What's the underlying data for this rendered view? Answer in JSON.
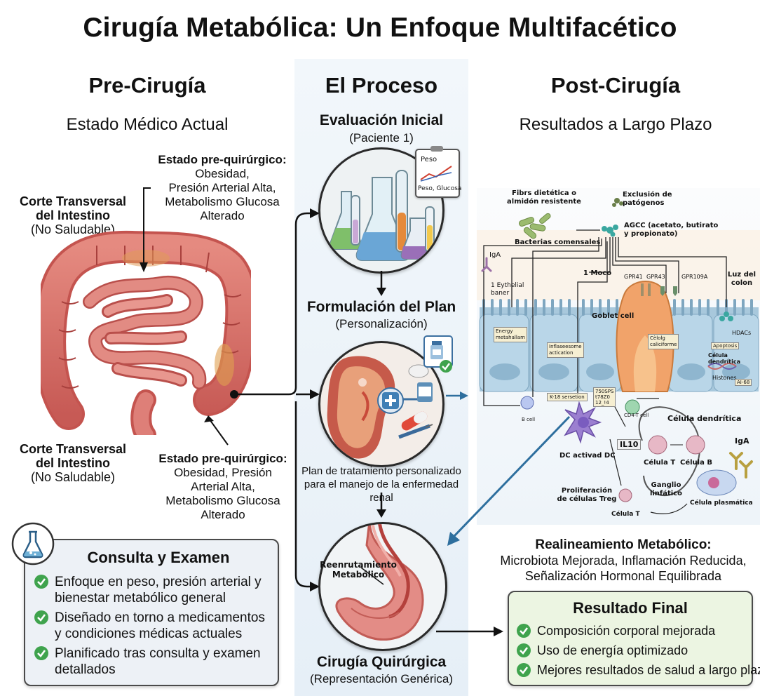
{
  "title": "Cirugía Metabólica: Un Enfoque Multifacético",
  "pre": {
    "heading": "Pre-Cirugía",
    "subheading": "Estado Médico Actual",
    "state_top": {
      "title": "Estado pre-quirúrgico:",
      "lines": [
        "Obesidad,",
        "Presión Arterial Alta,",
        "Metabolismo Glucosa",
        "Alterado"
      ]
    },
    "cross_top": {
      "title_1": "Corte Transversal",
      "title_2": "del Intestino",
      "note": "(No Saludable)"
    },
    "cross_bottom": {
      "title_1": "Corte Transversal",
      "title_2": "del Intestino",
      "note": "(No Saludable)"
    },
    "state_bottom": {
      "title": "Estado pre-quirúrgico:",
      "lines": [
        "Obesidad, Presión",
        "Arterial Alta,",
        "Metabolismo Glucosa",
        "Alterado"
      ]
    },
    "consult": {
      "title": "Consulta y Examen",
      "items": [
        [
          "Enfoque en peso, presión arterial y",
          "bienestar metabólico general"
        ],
        [
          "Diseñado en torno a medicamentos",
          "y condiciones médicas actuales"
        ],
        [
          "Planificado tras consulta y examen",
          "detallados"
        ]
      ]
    }
  },
  "process": {
    "heading": "El Proceso",
    "step1": {
      "title": "Evaluación Inicial",
      "sub": "(Paciente 1)",
      "card_1": "Peso",
      "card_2": "Peso, Glucosa"
    },
    "step2": {
      "title": "Formulación del Plan",
      "sub": "(Personalización)",
      "caption_1": "Plan de tratamiento personalizado",
      "caption_2": "para el manejo de la enfermedad renal"
    },
    "step3": {
      "title": "Cirugía Quirúrgica",
      "sub": "(Representación Genérica)",
      "label_1": "Reenrutamiento",
      "label_2": "Metabólico"
    }
  },
  "post": {
    "heading": "Post-Cirugía",
    "subheading": "Resultados a Largo Plazo",
    "diagram": {
      "fibra_1": "Fibrs dietética o",
      "fibra_2": "almidón resistente",
      "bacterias": "Bacterias comensales",
      "exclusion_1": "Exclusión de",
      "exclusion_2": "patógenos",
      "agcc_1": "AGCC (acetato, butirato",
      "agcc_2": "y propionato)",
      "iga_top": "IgA",
      "eythelial_1": "1 Eythelial",
      "eythelial_2": "baner",
      "moco": "1 Moco",
      "gpr41": "GPR41",
      "gpr43": "GPR43",
      "gpr109a": "GPR109A",
      "luz_1": "Luz del",
      "luz_2": "colon",
      "goblet": "Goblet cell",
      "energy_1": "Energy",
      "energy_2": "metahallam",
      "inflam_1": "Inflaseesome",
      "inflam_2": "actication",
      "caliciforme_1": "Cèlolg",
      "caliciforme_2": "caliciforme",
      "hdacs": "HDACs",
      "apoptosis": "Apoptosis",
      "dendritica_small": "Célula dendrítica",
      "histones": "Histones",
      "ai68": "AI-68",
      "k18": "K-18 sersetion",
      "codes_1": "750SPS",
      "codes_2": "t78Z0",
      "codes_3": "12_!4",
      "cd4": "CD4-T cell",
      "bcell": "B cell",
      "dc_title": "Célula dendrítica",
      "iga_right": "IgA",
      "il10": "IL10",
      "dc_activad": "DC activad DC",
      "cel_t": "Célula T",
      "cel_b": "Célula B",
      "treg_1": "Proliferación",
      "treg_2": "de células Treg",
      "ganglio_1": "Ganglio",
      "ganglio_2": "linfático",
      "plasm": "Célula plasmática",
      "cel_t_bottom": "Célula T"
    },
    "realign": {
      "title": "Realineamiento Metabólico:",
      "line_1": "Microbiota Mejorada, Inflamación Reducida,",
      "line_2": "Señalización Hormonal Equilibrada"
    },
    "final": {
      "title": "Resultado Final",
      "items": [
        "Composición corporal mejorada",
        "Uso de energía optimizado",
        "Mejores resultados de salud a largo plazo"
      ]
    }
  },
  "colors": {
    "check_green": "#3fa34d",
    "consult_bg": "#edf1f6",
    "final_bg": "#ecf5e2",
    "arrow_blue": "#2e6f9e",
    "intestine": "#d9716b"
  }
}
